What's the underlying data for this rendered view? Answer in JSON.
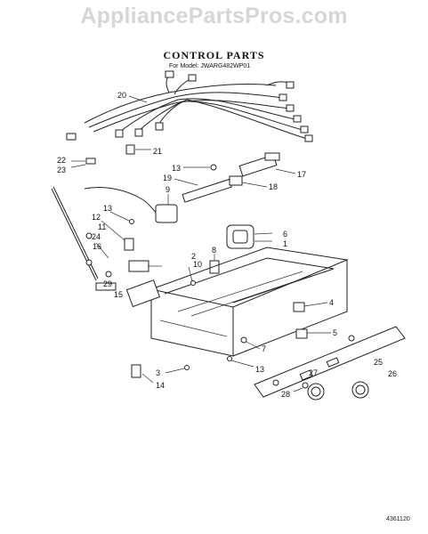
{
  "watermark": "AppliancePartsPros.com",
  "title": "CONTROL PARTS",
  "subtitle": "For Model: JWARG482WP01",
  "doc_number": "4361120",
  "callouts": [
    "20",
    "21",
    "22",
    "23",
    "13",
    "19",
    "17",
    "18",
    "9",
    "13",
    "12",
    "11",
    "24",
    "16",
    "29",
    "15",
    "8",
    "6",
    "1",
    "2",
    "10",
    "4",
    "5",
    "7",
    "13",
    "3",
    "14",
    "25",
    "26",
    "27",
    "28"
  ]
}
